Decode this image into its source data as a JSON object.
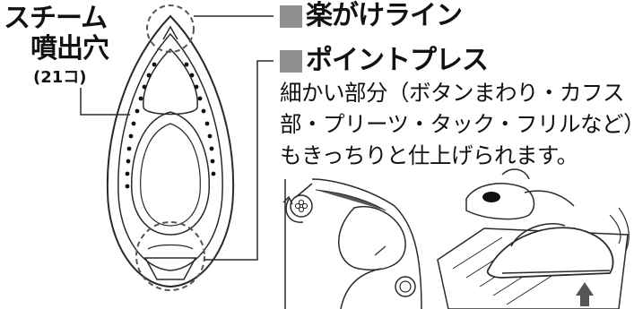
{
  "labels": {
    "steam_title": "スチーム",
    "steam_sub": "噴出穴",
    "steam_count": "(21コ)"
  },
  "features": {
    "easy_line": "楽がけライン",
    "point_press": "ポイントプレス"
  },
  "description": {
    "lines": [
      "細かい部分（ボタンまわり・カフス",
      "部・プリーツ・タック・フリルなど）",
      "もきっちりと仕上げられます。"
    ]
  },
  "colors": {
    "accent_square": "#8f8f8f",
    "line": "#2a2a2a"
  }
}
